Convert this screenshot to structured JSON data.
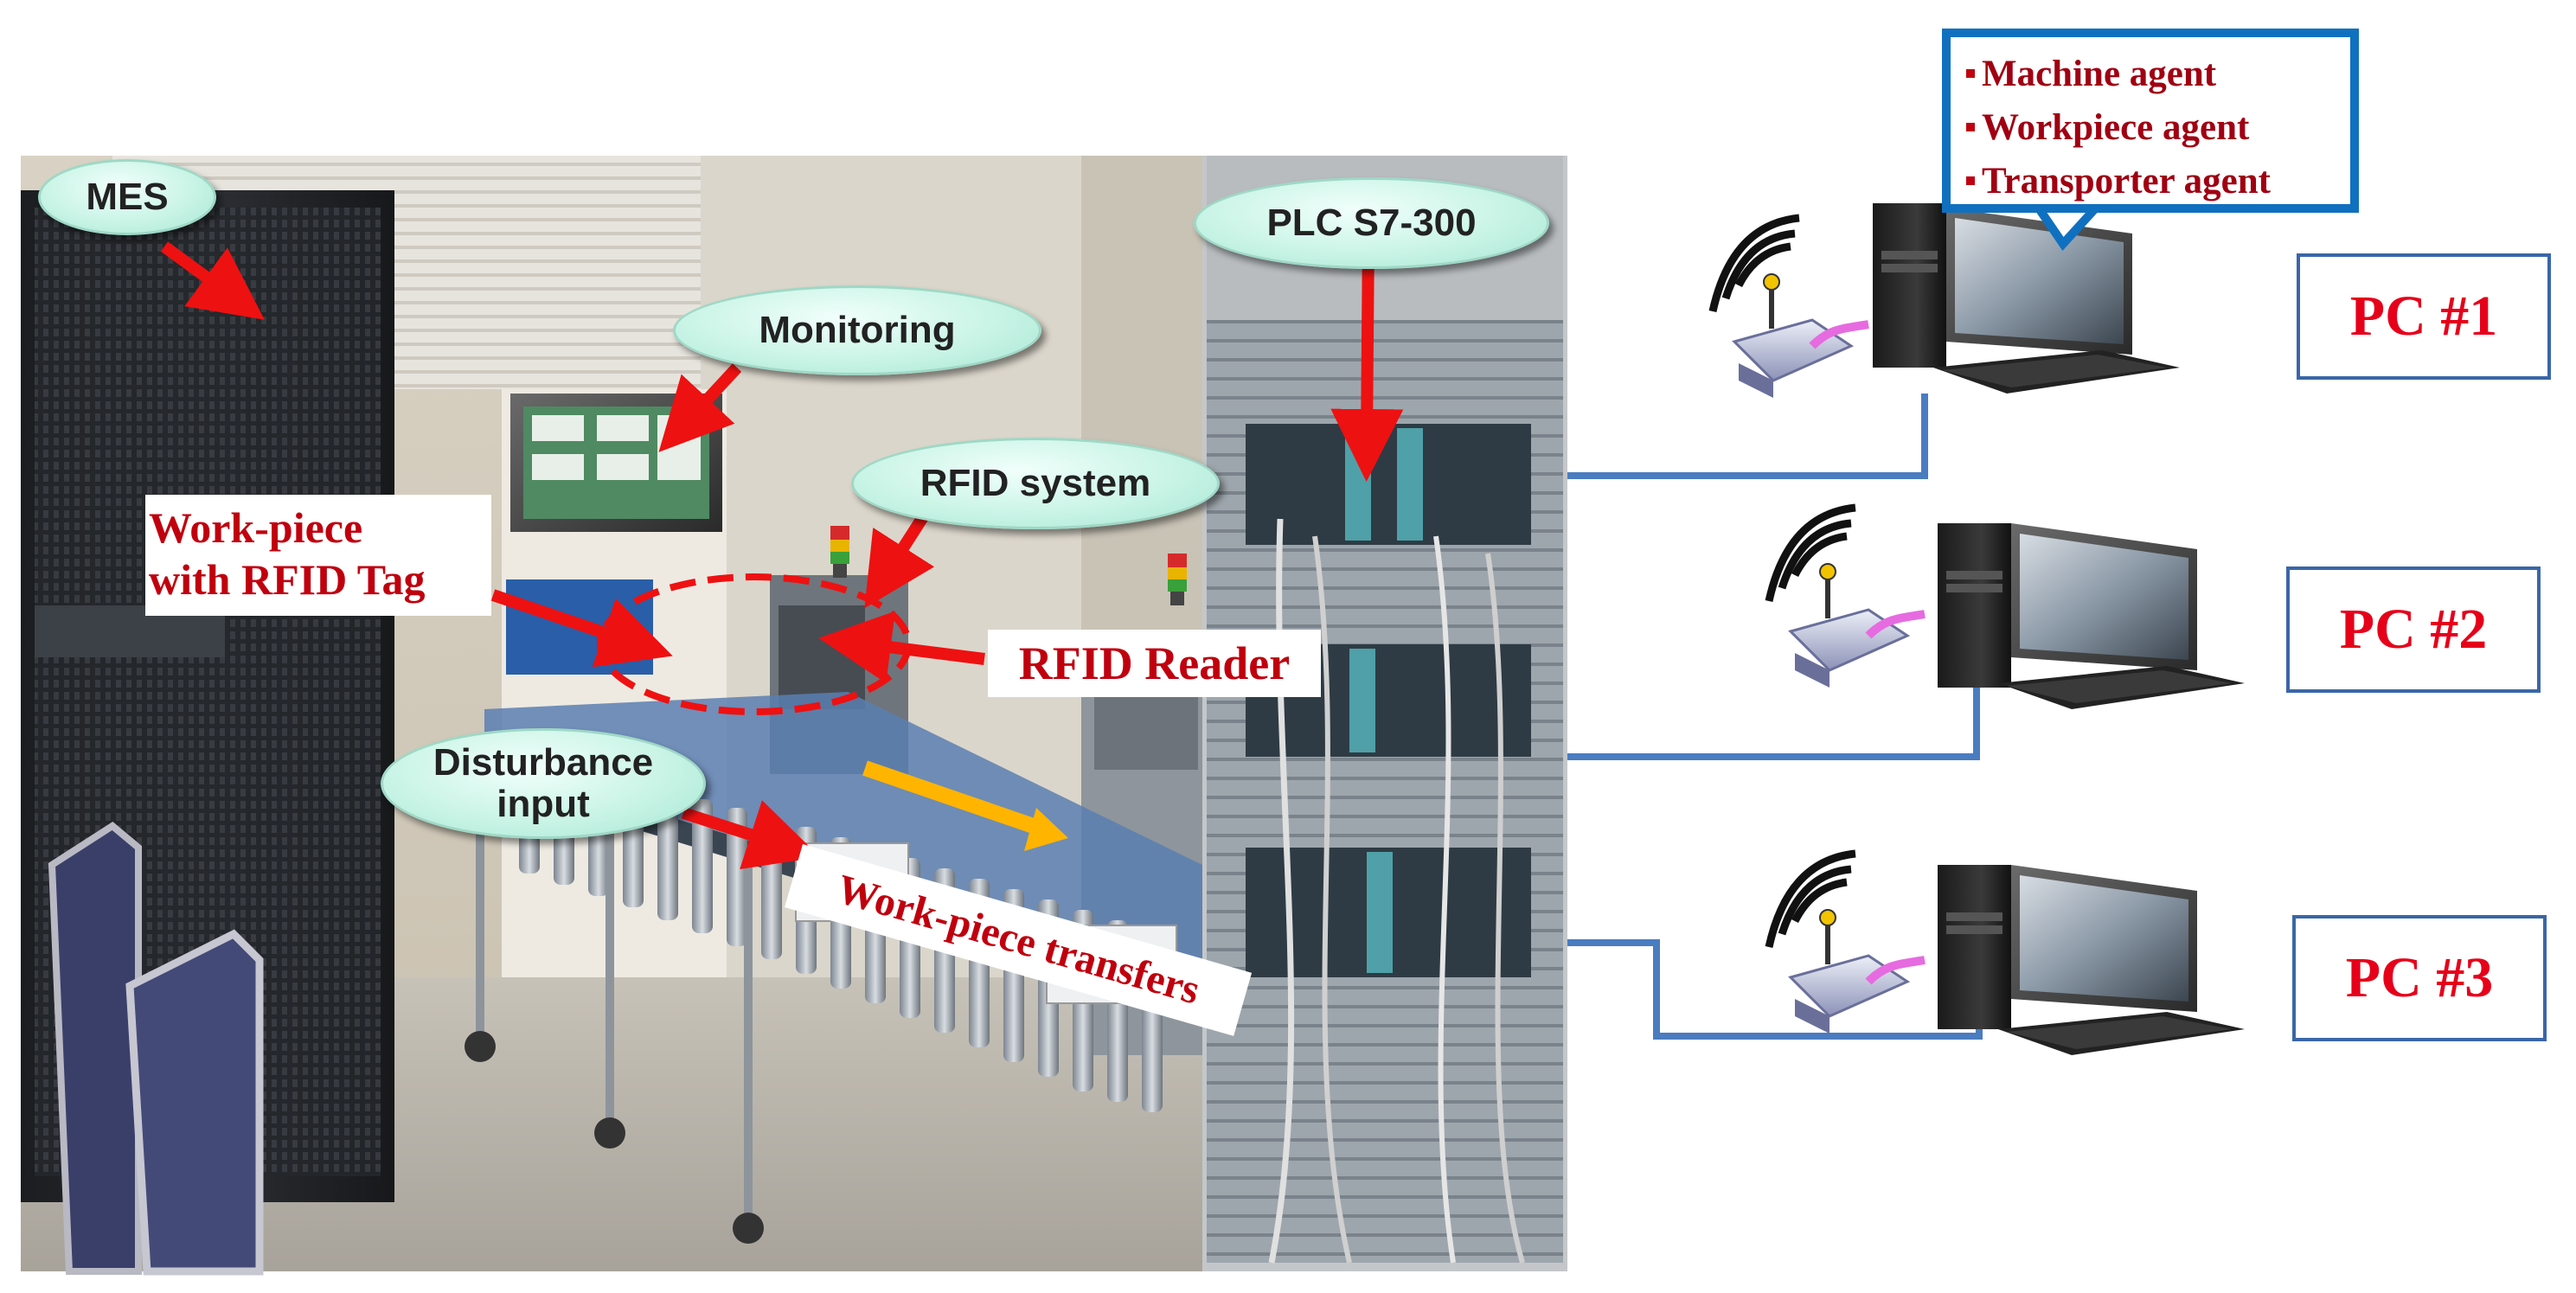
{
  "photo_labels": {
    "mes": "MES",
    "monitoring": "Monitoring",
    "rfid_system": "RFID system",
    "plc": "PLC S7-300",
    "disturbance_line1": "Disturbance",
    "disturbance_line2": "input",
    "workpiece_line1": "Work-piece",
    "workpiece_line2": "with RFID Tag",
    "rfid_reader": "RFID Reader",
    "transfers": "Work-piece transfers"
  },
  "agents": [
    "Machine agent",
    "Workpiece agent",
    "Transporter agent"
  ],
  "pcs": [
    "PC #1",
    "PC #2",
    "PC #3"
  ],
  "colors": {
    "label_red": "#c0000e",
    "pc_text": "#e6001a",
    "pc_border": "#3a66a8",
    "agents_border": "#1070c0",
    "network_line": "#4a7cc0",
    "arrow_red": "#ee1111",
    "flow_arrow": "#ffb400",
    "callout_mint": "#c9f4e6"
  }
}
